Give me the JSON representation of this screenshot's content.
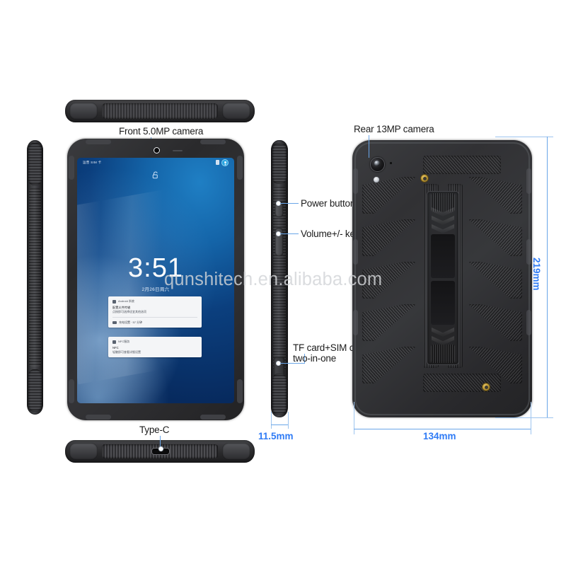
{
  "watermark": "qunshitech.en.alibaba.com",
  "callouts": {
    "front_camera": "Front 5.0MP camera",
    "rear_camera": "Rear 13MP camera",
    "power_button": "Power button",
    "volume_key": "Volume+/- key",
    "card_slot_line1": "TF card+SIM card",
    "card_slot_line2": "two-in-one",
    "type_c": "Type-C"
  },
  "dimensions": {
    "height": "219mm",
    "width": "134mm",
    "thickness": "11.5mm"
  },
  "screen": {
    "status_left": "运营 SIM 卡",
    "status_battery_icon": "battery-icon",
    "status_avatar_icon": "user-avatar-icon",
    "lock_icon": "lock-icon",
    "time": "3:51",
    "date": "2月26日周六",
    "notifications": [
      {
        "app": "Android 系统",
        "title": "配置义件传输",
        "subtitle": "点按即可选择适宜其他选项",
        "inline": "充电设置 · 57 分钟"
      },
      {
        "app": "NFC服务",
        "title": "NFC",
        "subtitle": "轻触即可查看详细设置"
      }
    ]
  },
  "views": {
    "top_edge": "top-edge-view",
    "bottom_edge": "bottom-edge-view",
    "left_side": "left-side-profile-view",
    "right_side": "right-side-profile-view",
    "front": "front-view",
    "back": "back-view"
  },
  "colors": {
    "accent_blue": "#2f7bf5",
    "leader_blue": "#6aa6e8",
    "label_text": "#1b1b1b",
    "device_body": "#2e2f32",
    "screen_blue": "#1464a8",
    "screw_gold": "#bf9a34"
  }
}
